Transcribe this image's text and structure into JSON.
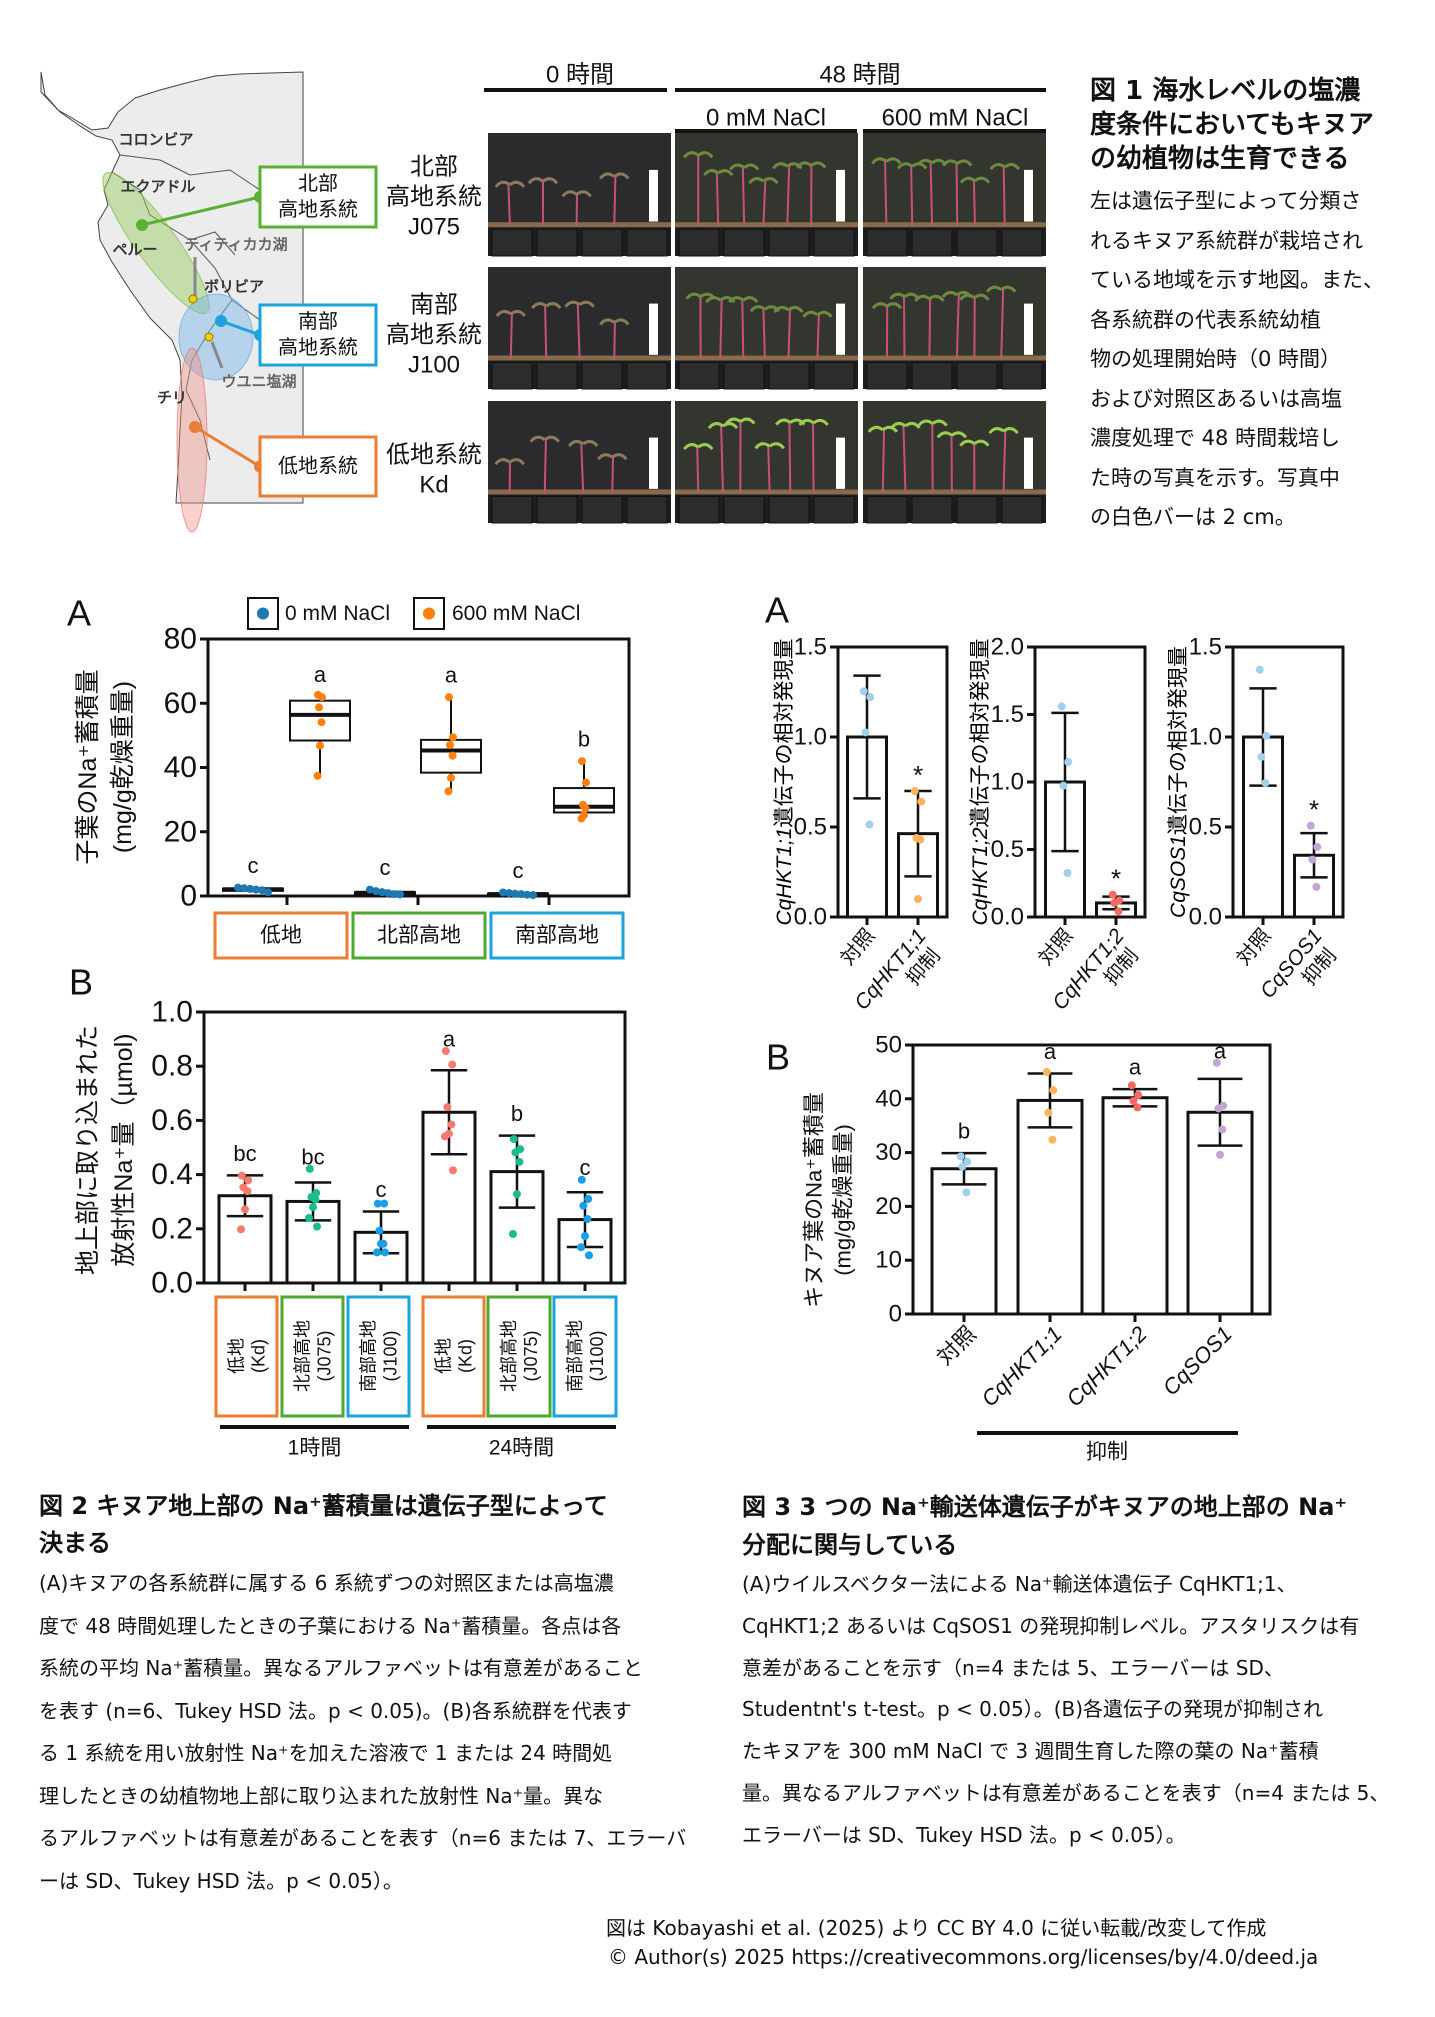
{
  "fig1": {
    "caption_title_lines": [
      "図 1 海水レベルの塩濃",
      "度条件においてもキヌア",
      "の幼植物は生育できる"
    ],
    "caption_lines": [
      "左は遺伝子型によって分類さ",
      "れるキヌア系統群が栽培され",
      "ている地域を示す地図。また、",
      "各系統群の代表系統幼植",
      "物の処理開始時（0 時間）",
      "および対照区あるいは高塩",
      "濃度処理で 48 時間栽培し",
      "た時の写真を示す。写真中",
      "の白色バーは 2 cm。"
    ],
    "time_headers": [
      "0 時間",
      "48 時間"
    ],
    "conditions": [
      "0 mM NaCl",
      "600 mM NaCl"
    ],
    "map": {
      "countries": [
        "コロンビア",
        "エクアドル",
        "ペルー",
        "ボリビア",
        "チリ"
      ],
      "lakes": [
        "ティティカカ湖",
        "ウユニ塩湖"
      ],
      "groups": [
        {
          "label_lines": [
            "北部",
            "高地系統"
          ],
          "color": "#5ab031"
        },
        {
          "label_lines": [
            "南部",
            "高地系統"
          ],
          "color": "#1aa3dc"
        },
        {
          "label_lines": [
            "低地系統"
          ],
          "color": "#ed7d31"
        }
      ]
    },
    "strains": [
      {
        "lines": [
          "北部",
          "高地系統",
          "J075"
        ]
      },
      {
        "lines": [
          "南部",
          "高地系統",
          "J100"
        ]
      },
      {
        "lines": [
          "低地系統",
          "Kd"
        ]
      }
    ]
  },
  "fig2": {
    "caption_title_lines": [
      "図 2 キヌア地上部の Na⁺蓄積量は遺伝子型によって",
      "決まる"
    ],
    "caption_lines": [
      "(A)キヌアの各系統群に属する 6 系統ずつの対照区または高塩濃",
      "度で 48 時間処理したときの子葉における Na⁺蓄積量。各点は各",
      "系統の平均 Na⁺蓄積量。異なるアルファベットは有意差があること",
      "を表す (n=6、Tukey HSD 法。p < 0.05)。(B)各系統群を代表す",
      "る 1 系統を用い放射性 Na⁺を加えた溶液で 1 または 24 時間処",
      "理したときの幼植物地上部に取り込まれた放射性 Na⁺量。異な",
      "るアルファベットは有意差があることを表す（n=6 または 7、エラーバ",
      "ーは SD、Tukey HSD 法。p < 0.05）。"
    ]
  },
  "fig3": {
    "caption_title_lines": [
      "図 3 3 つの Na⁺輸送体遺伝子がキヌアの地上部の Na⁺",
      "分配に関与している"
    ],
    "caption_lines": [
      "(A)ウイルスベクター法による Na⁺輸送体遺伝子 CqHKT1;1、",
      "CqHKT1;2 あるいは CqSOS1 の発現抑制レベル。アスタリスクは有",
      "意差があることを示す（n=4 または 5、エラーバーは SD、",
      "Studentnt's t-test。p < 0.05）。(B)各遺伝子の発現が抑制され",
      "たキヌアを 300 mM NaCl で 3 週間生育した際の葉の Na⁺蓄積",
      "量。異なるアルファベットは有意差があることを表す（n=4 または 5、",
      "エラーバーは SD、Tukey HSD 法。p < 0.05）。"
    ]
  },
  "credit": [
    "図は Kobayashi et al. (2025) より CC BY 4.0 に従い転載/改変して作成",
    "© Author(s) 2025 https://creativecommons.org/licenses/by/4.0/deed.ja"
  ],
  "chart_data": [
    {
      "panel": "A",
      "type": "box",
      "ylabel_lines": [
        "子葉のNa⁺蓄積量",
        "(mg/g乾燥重量)"
      ],
      "ylim": [
        0,
        80
      ],
      "yticks": [
        "0",
        "20",
        "40",
        "60",
        "80"
      ],
      "legend": [
        {
          "label": "0 mM NaCl",
          "color": "#1f77b4"
        },
        {
          "label": "600 mM NaCl",
          "color": "#ff7f0e"
        }
      ],
      "legend_placement": "top",
      "categories": [
        {
          "label": "低地",
          "color": "#ed7d31"
        },
        {
          "label": "北部高地",
          "color": "#4ea72e"
        },
        {
          "label": "南部高地",
          "color": "#1aa3dc"
        }
      ],
      "series": [
        {
          "name": "0 mM NaCl",
          "boxes": [
            {
              "q1": 1.6,
              "median": 2.1,
              "q3": 2.3,
              "whisker_low": 1.2,
              "whisker_high": 2.6,
              "points": [
                2.6,
                2.4,
                2.2,
                2.0,
                1.8,
                1.2
              ],
              "letter": "c"
            },
            {
              "q1": 0.8,
              "median": 1.0,
              "q3": 1.2,
              "whisker_low": 0.5,
              "whisker_high": 2.0,
              "points": [
                2.0,
                1.5,
                1.2,
                0.9,
                0.6,
                0.5
              ],
              "letter": "c"
            },
            {
              "q1": 0.5,
              "median": 0.6,
              "q3": 0.8,
              "whisker_low": 0.3,
              "whisker_high": 1.1,
              "points": [
                1.1,
                0.9,
                0.7,
                0.6,
                0.4,
                0.3
              ],
              "letter": "c"
            }
          ]
        },
        {
          "name": "600 mM NaCl",
          "boxes": [
            {
              "q1": 48.4,
              "median": 56.4,
              "q3": 60.8,
              "whisker_low": 37.4,
              "whisker_high": 62.1,
              "points": [
                62.6,
                61.9,
                58.7,
                54.1,
                46.8,
                37.4
              ],
              "letter": "a"
            },
            {
              "q1": 38.4,
              "median": 45.3,
              "q3": 48.6,
              "whisker_low": 32.6,
              "whisker_high": 61.9,
              "points": [
                61.9,
                49.4,
                47.0,
                43.7,
                36.8,
                32.6
              ],
              "letter": "a"
            },
            {
              "q1": 26.0,
              "median": 27.8,
              "q3": 33.6,
              "whisker_low": 24.1,
              "whisker_high": 42.0,
              "points": [
                42.0,
                35.3,
                28.4,
                27.3,
                25.2,
                24.1
              ],
              "letter": "b"
            }
          ]
        }
      ]
    },
    {
      "panel": "B",
      "type": "bar",
      "ylabel_lines": [
        "地上部に取り込まれた",
        "放射性Na⁺量（µmol)"
      ],
      "ylim": [
        0,
        1.0
      ],
      "yticks": [
        "0.0",
        "0.2",
        "0.4",
        "0.6",
        "0.8",
        "1.0"
      ],
      "categories": [
        {
          "lines": [
            "低地",
            "(Kd)"
          ],
          "color": "#ed7d31"
        },
        {
          "lines": [
            "北部高地",
            "(J075)"
          ],
          "color": "#4ea72e"
        },
        {
          "lines": [
            "南部高地",
            "(J100)"
          ],
          "color": "#1aa3dc"
        },
        {
          "lines": [
            "低地",
            "(Kd)"
          ],
          "color": "#ed7d31"
        },
        {
          "lines": [
            "北部高地",
            "(J075)"
          ],
          "color": "#4ea72e"
        },
        {
          "lines": [
            "南部高地",
            "(J100)"
          ],
          "color": "#1aa3dc"
        }
      ],
      "groups": [
        "1時間",
        "24時間"
      ],
      "values": [
        0.322,
        0.301,
        0.187,
        0.63,
        0.411,
        0.234
      ],
      "sd": [
        0.075,
        0.07,
        0.077,
        0.155,
        0.133,
        0.101
      ],
      "letters": [
        "bc",
        "bc",
        "c",
        "a",
        "b",
        "c"
      ],
      "point_colors": [
        "#f47a6c",
        "#1abc8c",
        "#1a9ee8",
        "#f47a6c",
        "#1abc8c",
        "#1a9ee8"
      ],
      "points": [
        [
          0.396,
          0.379,
          0.353,
          0.339,
          0.272,
          0.198
        ],
        [
          0.421,
          0.332,
          0.317,
          0.308,
          0.28,
          0.24,
          0.208
        ],
        [
          0.293,
          0.293,
          0.193,
          0.145,
          0.145,
          0.113,
          0.113
        ],
        [
          0.856,
          0.806,
          0.649,
          0.585,
          0.551,
          0.541,
          0.416
        ],
        [
          0.531,
          0.494,
          0.482,
          0.447,
          0.328,
          0.181
        ],
        [
          0.381,
          0.31,
          0.285,
          0.236,
          0.173,
          0.132,
          0.102
        ]
      ]
    },
    {
      "panel": "A",
      "type": "bar",
      "ylabel_gene": "CqHKT1;1",
      "ylabel_rest": "遺伝子の相対発現量",
      "ylim": [
        0,
        1.5
      ],
      "yticks": [
        "0.0",
        "0.5",
        "1.0",
        "1.5"
      ],
      "categories": [
        {
          "gene": "",
          "lines": [
            "対照"
          ]
        },
        {
          "gene": "CqHKT1;1",
          "lines": [
            "抑制"
          ]
        }
      ],
      "values": [
        1.0,
        0.463
      ],
      "sd": [
        0.341,
        0.237
      ],
      "significance": [
        "",
        "*"
      ],
      "point_colors": [
        "#9fd0ec",
        "#fdb35a"
      ],
      "points": [
        [
          1.254,
          1.222,
          1.026,
          0.513
        ],
        [
          0.7,
          0.641,
          0.439,
          0.43,
          0.1
        ]
      ]
    },
    {
      "type": "bar",
      "ylabel_gene": "CqHKT1;2",
      "ylabel_rest": "遺伝子の相対発現量",
      "ylim": [
        0,
        2.0
      ],
      "yticks": [
        "0.0",
        "0.5",
        "1.0",
        "1.5",
        "2.0"
      ],
      "categories": [
        {
          "gene": "",
          "lines": [
            "対照"
          ]
        },
        {
          "gene": "CqHKT1;2",
          "lines": [
            "抑制"
          ]
        }
      ],
      "values": [
        1.0,
        0.104
      ],
      "sd": [
        0.512,
        0.047
      ],
      "significance": [
        "",
        "*"
      ],
      "point_colors": [
        "#9fd0ec",
        "#f56a62"
      ],
      "points": [
        [
          1.56,
          1.148,
          0.973,
          0.326
        ],
        [
          0.165,
          0.123,
          0.104,
          0.042
        ]
      ]
    },
    {
      "type": "bar",
      "ylabel_gene": "CqSOS1",
      "ylabel_rest": "遺伝子の相対発現量",
      "ylim": [
        0,
        1.5
      ],
      "yticks": [
        "0.0",
        "0.5",
        "1.0",
        "1.5"
      ],
      "categories": [
        {
          "gene": "",
          "lines": [
            "対照"
          ]
        },
        {
          "gene": "CqSOS1",
          "lines": [
            "抑制"
          ]
        }
      ],
      "values": [
        1.0,
        0.343
      ],
      "sd": [
        0.27,
        0.123
      ],
      "significance": [
        "",
        "*"
      ],
      "point_colors": [
        "#9fd0ec",
        "#c2a5d6"
      ],
      "points": [
        [
          1.374,
          1.007,
          0.889,
          0.744
        ],
        [
          0.507,
          0.389,
          0.319,
          0.167
        ]
      ]
    },
    {
      "panel": "B",
      "type": "bar",
      "ylabel_lines": [
        "キヌア葉のNa⁺蓄積量",
        "(mg/g乾燥重量)"
      ],
      "ylim": [
        0,
        50
      ],
      "yticks": [
        "0",
        "10",
        "20",
        "30",
        "40",
        "50"
      ],
      "categories": [
        {
          "label": "対照",
          "italic": false
        },
        {
          "label": "CqHKT1;1",
          "italic": true
        },
        {
          "label": "CqHKT1;2",
          "italic": true
        },
        {
          "label": "CqSOS1",
          "italic": true
        }
      ],
      "group_label": "抑制",
      "values": [
        27.0,
        39.7,
        40.2,
        37.5
      ],
      "sd": [
        2.9,
        5.0,
        1.6,
        6.2
      ],
      "letters": [
        "b",
        "a",
        "a",
        "a"
      ],
      "point_colors": [
        "#9fd0ec",
        "#fdb35a",
        "#f56a62",
        "#c2a5d6"
      ],
      "points": [
        [
          29.3,
          28.3,
          27.4,
          22.6
        ],
        [
          45.0,
          41.6,
          37.4,
          32.4
        ],
        [
          42.5,
          40.7,
          39.6,
          38.4
        ],
        [
          46.7,
          38.7,
          38.2,
          34.3,
          29.6
        ]
      ]
    }
  ]
}
